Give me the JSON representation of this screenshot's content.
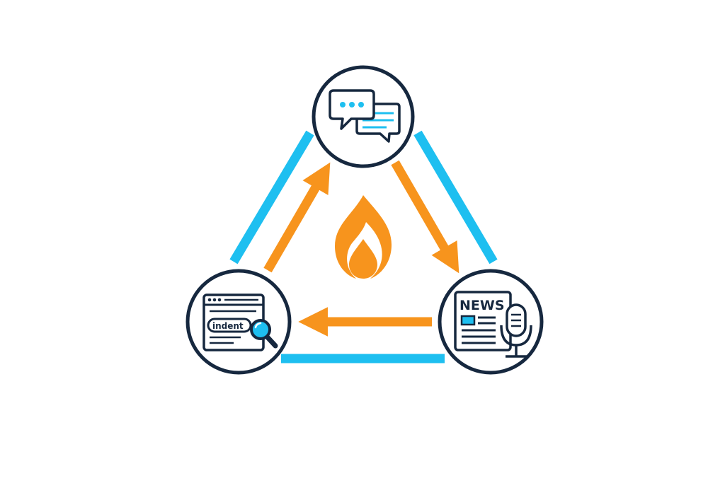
{
  "colors": {
    "outline": "#16283F",
    "triangle": "#1EBFF0",
    "arrow": "#F7941D",
    "accent_blue": "#1EBFF0",
    "background": "#FFFFFF"
  },
  "nodes": [
    {
      "id": "chat",
      "icon": "chat-bubbles-icon"
    },
    {
      "id": "news",
      "icon": "news-microphone-icon",
      "label": "NEWS"
    },
    {
      "id": "search",
      "icon": "browser-search-icon",
      "label": "indent"
    }
  ],
  "center": {
    "icon": "flame-drop-icon"
  },
  "arrows": [
    {
      "from": "chat",
      "to": "news"
    },
    {
      "from": "news",
      "to": "search"
    },
    {
      "from": "search",
      "to": "chat"
    }
  ]
}
